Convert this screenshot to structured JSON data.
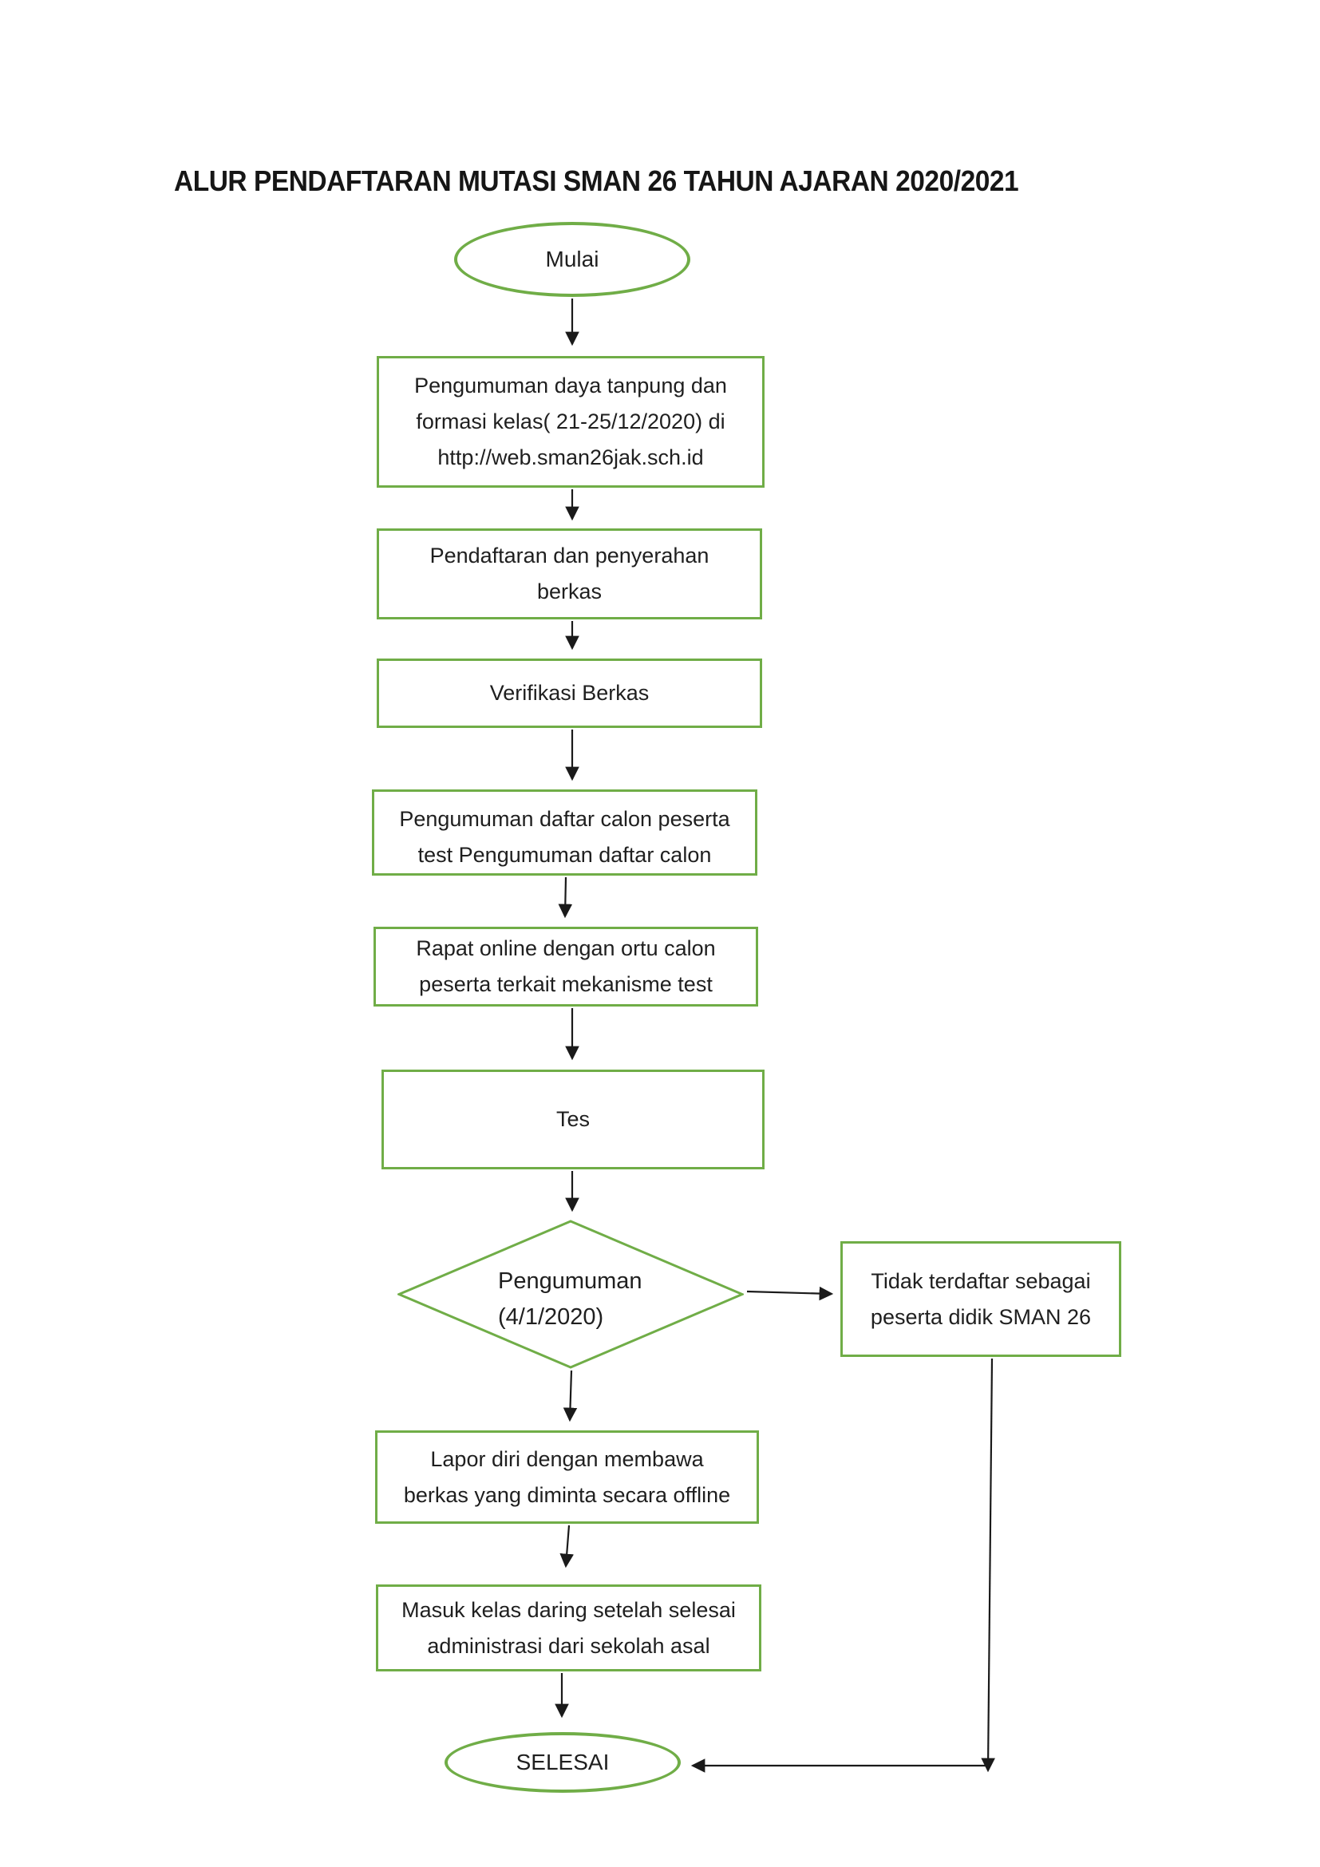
{
  "title": "ALUR PENDAFTARAN MUTASI SMAN 26 TAHUN AJARAN 2020/2021",
  "colors": {
    "node_border": "#70ad47",
    "connector": "#1a1a1a",
    "text": "#1f1f1f",
    "background": "#ffffff"
  },
  "flowchart": {
    "start": {
      "label": "Mulai"
    },
    "steps": [
      {
        "id": "announcement-capacity",
        "lines": [
          "Pengumuman daya tanpung dan",
          "formasi kelas( 21-25/12/2020) di",
          "http://web.sman26jak.sch.id"
        ]
      },
      {
        "id": "registration",
        "lines": [
          "Pendaftaran dan penyerahan",
          "berkas"
        ]
      },
      {
        "id": "verification",
        "lines": [
          "Verifikasi Berkas"
        ]
      },
      {
        "id": "announcement-candidates",
        "lines": [
          "Pengumuman daftar calon peserta",
          "test Pengumuman daftar calon"
        ]
      },
      {
        "id": "online-meeting",
        "lines": [
          "Rapat online dengan ortu calon",
          "peserta terkait mekanisme test"
        ]
      },
      {
        "id": "test",
        "lines": [
          "Tes"
        ]
      },
      {
        "id": "report-in-person",
        "lines": [
          "Lapor diri dengan membawa",
          "berkas yang diminta secara offline"
        ]
      },
      {
        "id": "enter-online-class",
        "lines": [
          "Masuk kelas daring setelah selesai",
          "administrasi dari sekolah asal"
        ]
      }
    ],
    "decision": {
      "lines": [
        "Pengumuman",
        "(4/1/2020)"
      ]
    },
    "reject": {
      "lines": [
        "Tidak terdaftar sebagai",
        "peserta didik SMAN 26"
      ]
    },
    "end": {
      "label": "SELESAI"
    }
  }
}
